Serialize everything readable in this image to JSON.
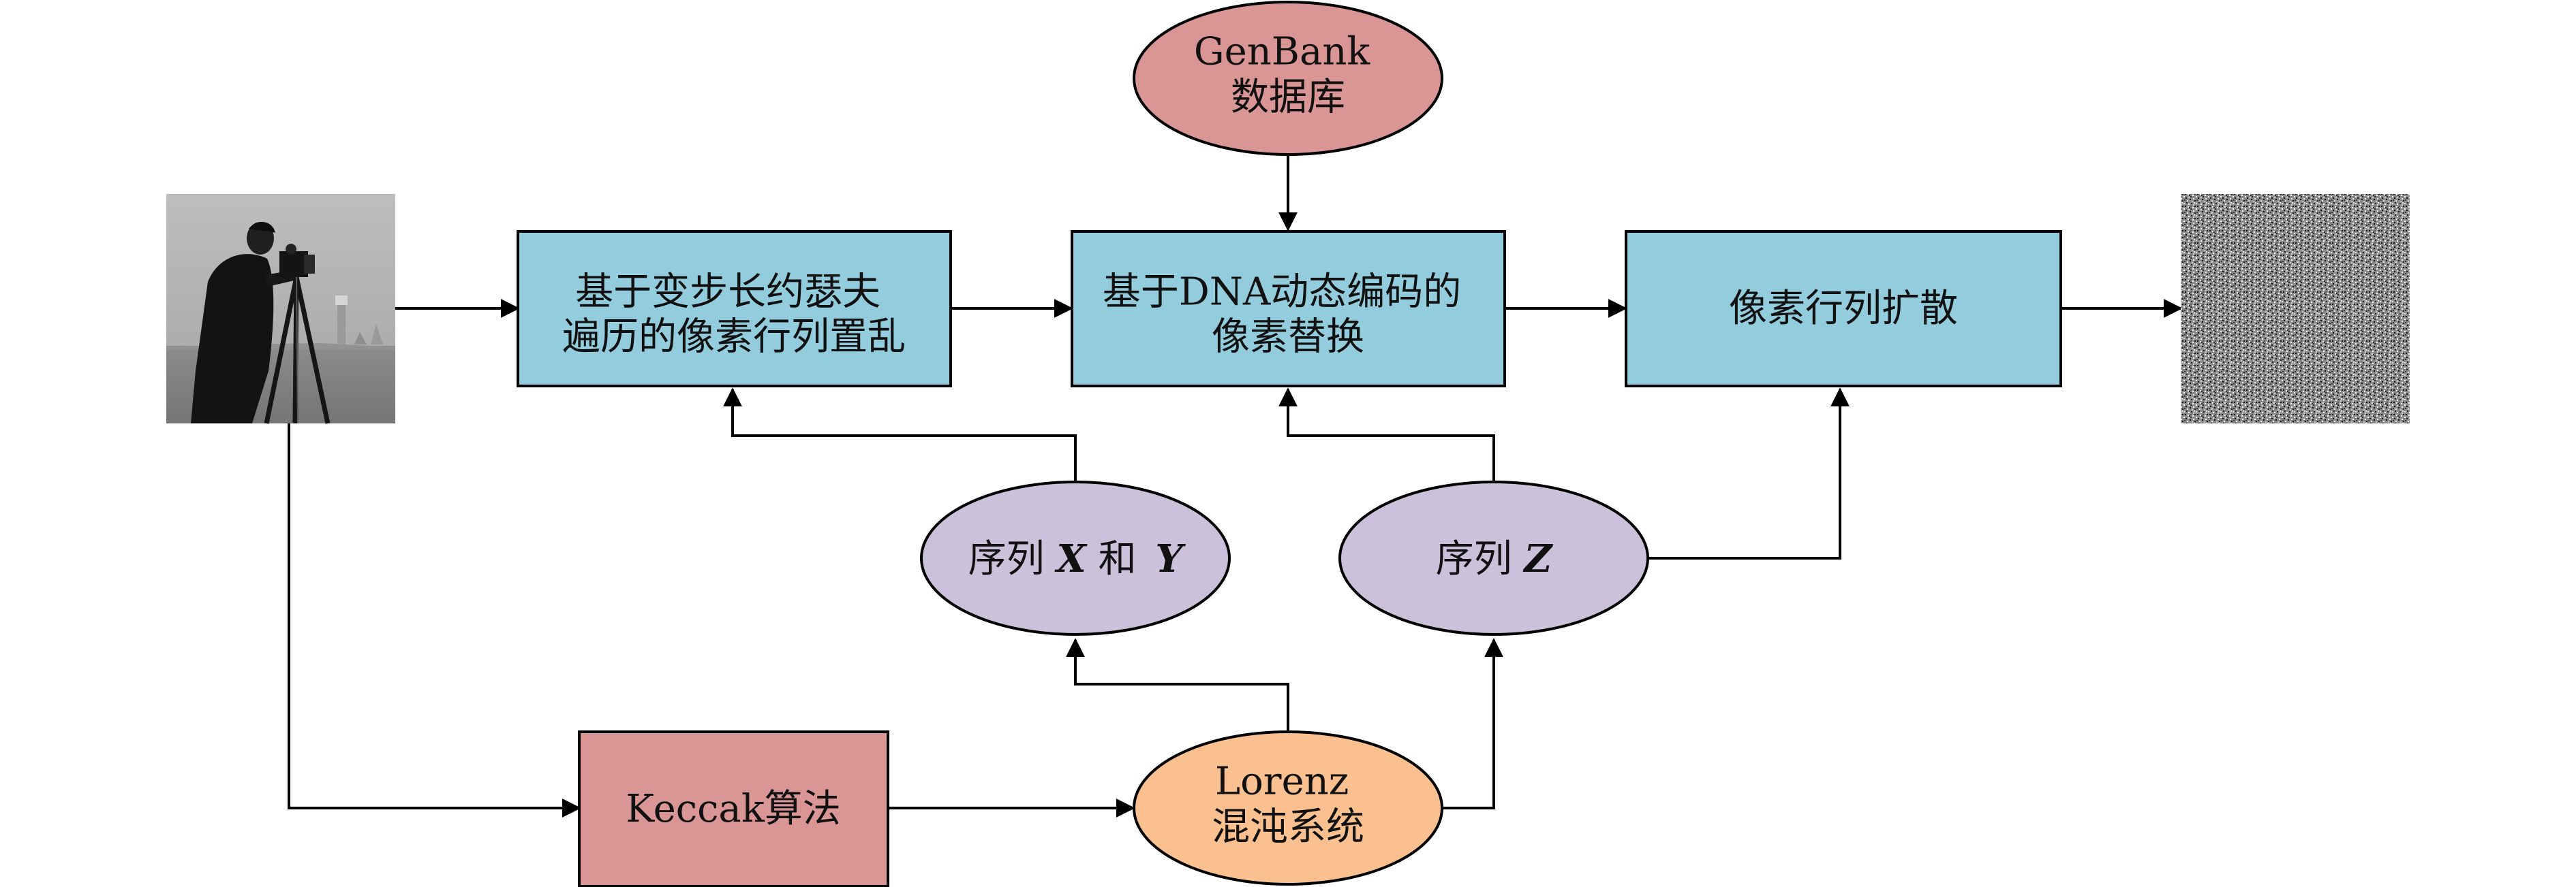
{
  "diagram": {
    "nodes": {
      "genbank_database": {
        "lines": [
          "GenBank",
          "数据库"
        ],
        "fill": "#D99694"
      },
      "lorenz_chaos_system": {
        "lines": [
          "Lorenz",
          "混沌系统"
        ],
        "fill": "#FAC090"
      },
      "keccak_algorithm": {
        "lines": [
          "Keccak算法"
        ],
        "fill": "#D99694"
      },
      "variable_step_permutation": {
        "lines": [
          "基于变步长约瑟夫",
          "遍历的像素行列置乱"
        ],
        "fill": "#93CDDD"
      },
      "dna_dynamic_substitution": {
        "lines": [
          "基于DNA动态编码的",
          "像素替换"
        ],
        "fill": "#93CDDD"
      },
      "pixel_row_column_diffusion": {
        "lines": [
          "像素行列扩散"
        ],
        "fill": "#93CDDD"
      },
      "sequence_xy": {
        "prefix": "序列",
        "var1": "X",
        "joiner": "和",
        "var2": "Y",
        "fill": "#CCC1DA"
      },
      "sequence_z": {
        "prefix": "序列",
        "var": "Z",
        "fill": "#CCC1DA"
      }
    },
    "images": {
      "plain_image": {
        "depiction": "grayscale cameraman photo"
      },
      "cipher_image": {
        "depiction": "noise-like encrypted image"
      }
    },
    "colors": {
      "edge": "#000000",
      "box_border": "#000000",
      "image_background": "#9D9D9D",
      "cipher_background": "#8B8B8B"
    }
  }
}
